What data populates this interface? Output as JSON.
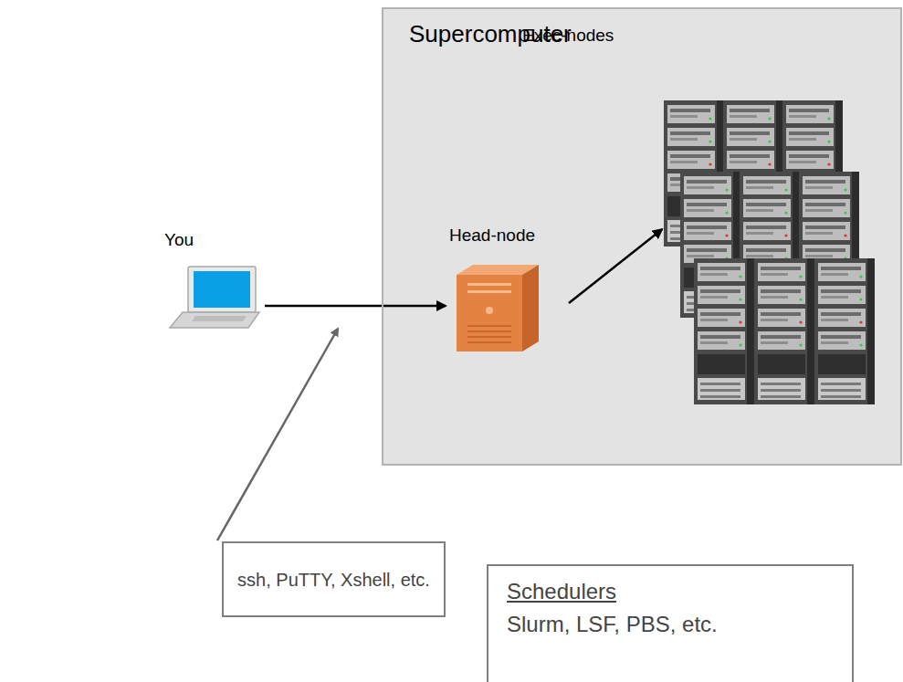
{
  "diagram": {
    "nodes": [
      {
        "text": [
          "You"
        ]
      },
      {
        "text": [
          "Supercomputer"
        ]
      },
      {
        "text": [
          "Head-node"
        ],
        "in": 1
      },
      {
        "text": [
          "Exec-nodes"
        ],
        "in": 1
      },
      {
        "text": [
          "ssh, PuTTY, Xshell, etc."
        ]
      },
      {
        "text": [
          "Schedulers",
          "Slurm, LSF, PBS, etc."
        ]
      }
    ],
    "edges": [
      {
        "from": 0,
        "to": 2,
        "arrow": "to"
      },
      {
        "from": 2,
        "to": 3,
        "arrow": "to"
      }
    ]
  }
}
